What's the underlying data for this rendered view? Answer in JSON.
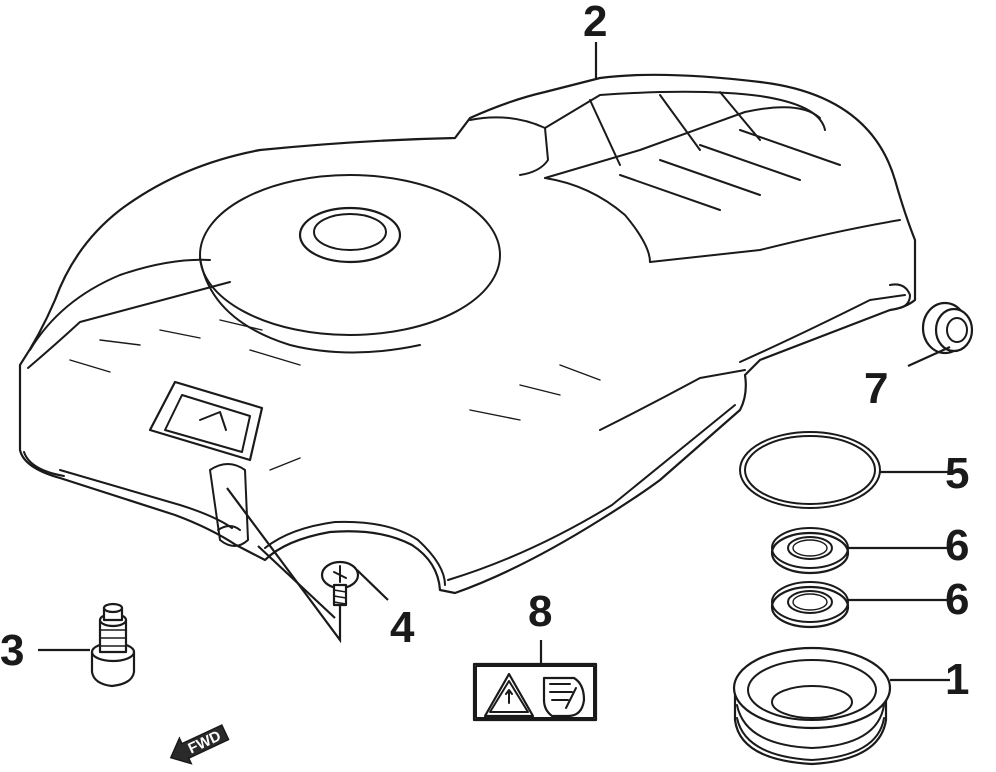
{
  "callouts": {
    "c1": "1",
    "c2": "2",
    "c3": "3",
    "c4": "4",
    "c5": "5",
    "c6a": "6",
    "c6b": "6",
    "c7": "7",
    "c8": "8"
  },
  "direction_marker": "FWD"
}
